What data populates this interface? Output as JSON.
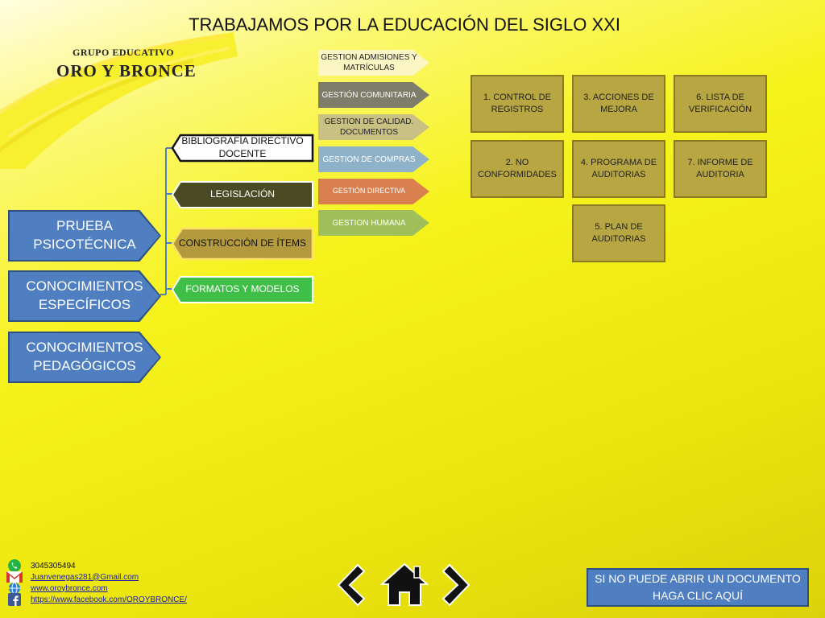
{
  "header": {
    "title": "TRABAJAMOS POR LA EDUCACIÓN DEL SIGLO XXI"
  },
  "logo": {
    "small": "GRUPO EDUCATIVO",
    "big": "ORO Y BRONCE"
  },
  "left_menu": [
    {
      "label": "PRUEBA PSICOTÉCNICA"
    },
    {
      "label": "CONOCIMIENTOS ESPECÍFICOS"
    },
    {
      "label": "CONOCIMIENTOS PEDAGÓGICOS"
    }
  ],
  "branches": [
    {
      "label": "BIBLIOGRAFÍA DIRECTIVO DOCENTE"
    },
    {
      "label": "LEGISLACIÓN"
    },
    {
      "label": "CONSTRUCCIÓN DE ÍTEMS"
    },
    {
      "label": "FORMATOS Y MODELOS"
    }
  ],
  "tags": [
    {
      "label": "GESTION ADMISIONES Y MATRÍCULAS"
    },
    {
      "label": "GESTIÓN COMUNITARIA"
    },
    {
      "label": "GESTION DE CALIDAD. DOCUMENTOS"
    },
    {
      "label": "GESTION DE COMPRAS"
    },
    {
      "label": "GESTIÓN DIRECTIVA"
    },
    {
      "label": "GESTION HUMANA"
    }
  ],
  "quality_boxes": [
    {
      "label": "1. CONTROL DE REGISTROS"
    },
    {
      "label": "3. ACCIONES DE MEJORA"
    },
    {
      "label": "6. LISTA DE VERIFICACIÓN"
    },
    {
      "label": "2. NO CONFORMIDADES"
    },
    {
      "label": "4. PROGRAMA DE AUDITORIAS"
    },
    {
      "label": "7. INFORME DE AUDITORIA"
    },
    {
      "label": "5. PLAN DE AUDITORIAS"
    }
  ],
  "contact": {
    "phone": "3045305494",
    "email": "Juanvenegas281@Gmail.com",
    "website": "www.oroybronce.com",
    "facebook": "https://www.facebook.com/OROYBRONCE/"
  },
  "icons": {
    "whatsapp": "whatsapp-icon",
    "gmail": "gmail-icon",
    "globe": "globe-icon",
    "facebook": "facebook-icon",
    "back": "chevron-left-icon",
    "home": "home-icon",
    "next": "chevron-right-icon"
  },
  "help_button": {
    "label": "SI NO PUEDE ABRIR UN DOCUMENTO HAGA CLIC AQUÍ"
  },
  "colors": {
    "primary_blue": "#4f7fc0",
    "gold_box": "#b7a641"
  }
}
